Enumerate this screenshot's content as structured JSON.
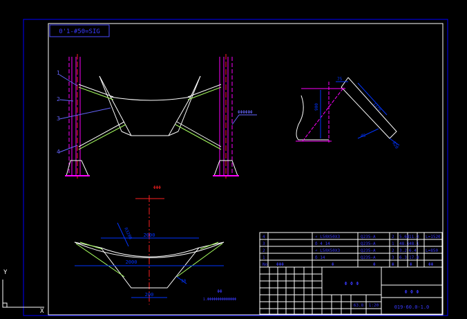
{
  "drawing": {
    "stamp_label": "0'1-#50=SIG",
    "dim_top_center": "2000",
    "dim_bottom": "2000",
    "dim_width": "200",
    "dim_angle": "30",
    "dim_height_left": "900",
    "dim_height_right": "1170",
    "dim_angle2": "45",
    "dim_side": "820",
    "dim_short": "75",
    "axis_label": "ΦΦΦ",
    "callout_label": "ΦΦΦΦΦΦ",
    "note_line1": "ΦΦ",
    "note_line2": "1.ΦΦΦΦΦΦΦΦΦΦΦΦΦΦ",
    "leaders": [
      "1",
      "2",
      "3",
      "4"
    ]
  },
  "bom": {
    "rows": [
      {
        "no": "4",
        "spec": "∠ L50X50X3",
        "mat": "Q235-A",
        "qty": "2",
        "unit": "5.68",
        "total": "11.3",
        "note": "L=1520"
      },
      {
        "no": "3",
        "spec": "δ 4 14",
        "mat": "Q235-A",
        "qty": "1",
        "unit": "48.1",
        "total": "48.1",
        "note": ""
      },
      {
        "no": "2",
        "spec": "∠ L50X50X3",
        "mat": "Q235-A",
        "qty": "2",
        "unit": "3.2",
        "total": "6.4",
        "note": "L=850"
      },
      {
        "no": "1",
        "spec": "δ 14",
        "mat": "Q235-A",
        "qty": "3",
        "unit": "6.3",
        "total": "17.8",
        "note": ""
      }
    ],
    "header": {
      "no": "No",
      "name": "ΦΦΦ",
      "spec": "Φ",
      "mat": "Φ",
      "qty": "Φ",
      "weight": "Φ",
      "note": "ΦΦ"
    },
    "title_mid": "Φ Φ Φ",
    "title_right": "Φ Φ Φ",
    "scale": "1:20",
    "ratio": "63.8",
    "drawing_no": "019-60.0-1.0"
  },
  "colors": {
    "frame": "#0000ff",
    "inner": "#ffffff",
    "magenta": "#ff00ff",
    "dim": "#0033ff",
    "red": "#ff2020",
    "green": "#a8ff60",
    "leader": "#6666ff"
  },
  "ucs": {
    "axis_y": "Y",
    "axis_x": "X"
  }
}
